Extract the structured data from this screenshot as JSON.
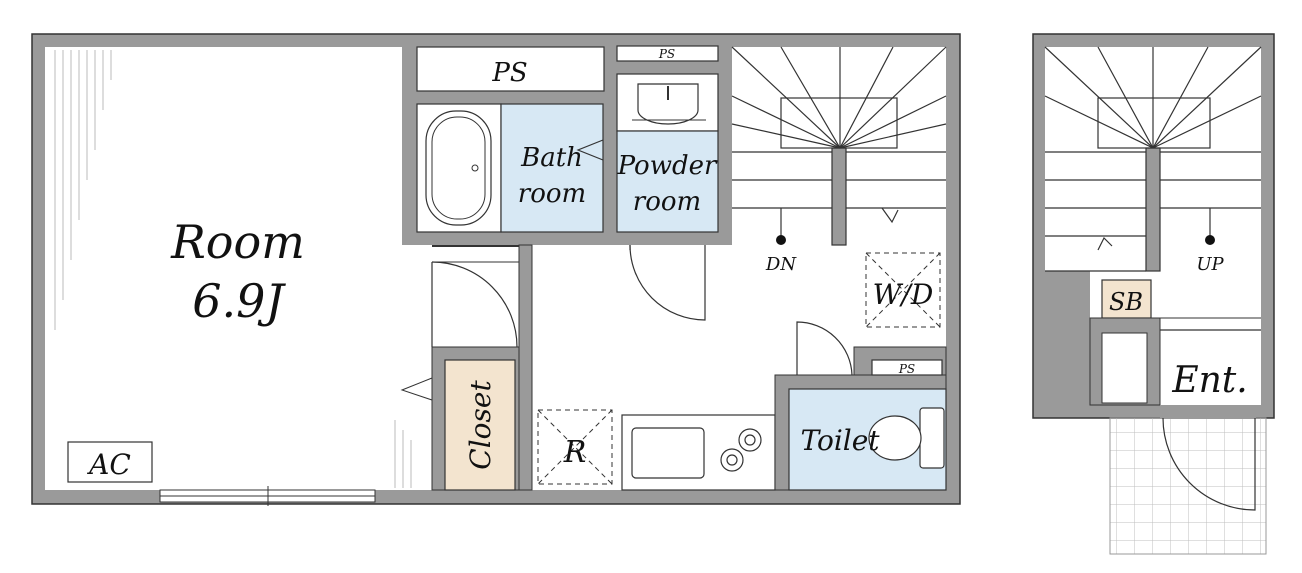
{
  "labels": {
    "room": "Room",
    "room_size": "6.9J",
    "bath": "Bath",
    "bath2": "room",
    "powder": "Powder",
    "powder2": "room",
    "ps_top": "PS",
    "ps_small": "PS",
    "ps_toilet": "PS",
    "closet": "Closet",
    "fridge": "R",
    "toilet": "Toilet",
    "washer": "W/D",
    "ac": "AC",
    "dn": "DN",
    "up": "UP",
    "sb": "SB",
    "entrance": "Ent."
  },
  "colors": {
    "wall": "#9a9a9a",
    "wall_edge": "#333333",
    "wet_area": "#d7e8f4",
    "storage": "#f3e4cf",
    "line": "#222222",
    "tile": "#bfbfbf"
  }
}
